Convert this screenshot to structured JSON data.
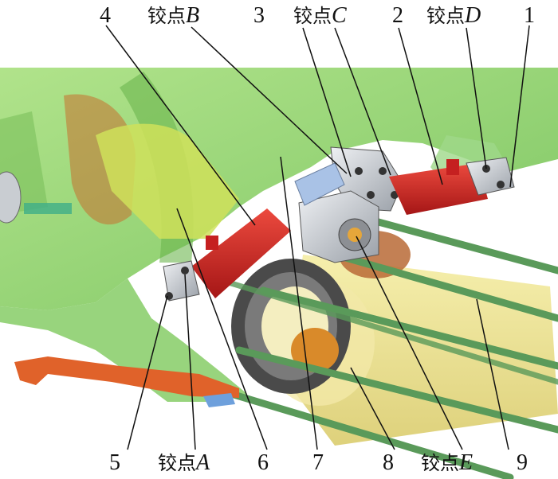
{
  "labels": {
    "n1": "1",
    "n2": "2",
    "n3": "3",
    "n4": "4",
    "n5": "5",
    "n6": "6",
    "n7": "7",
    "n8": "8",
    "n9": "9",
    "hinge_prefix": "铰点",
    "hinge_a": "A",
    "hinge_b": "B",
    "hinge_c": "C",
    "hinge_d": "D",
    "hinge_e": "E"
  },
  "colors": {
    "housing_green": "#8fd46a",
    "cylinder_red": "#d42b2b",
    "rod_green": "#5a9a5a",
    "tube_yellow": "#efe08a",
    "lever_orange": "#e0622a",
    "silver": "#c9cdd2",
    "blue_rod": "#a9c2e6"
  }
}
